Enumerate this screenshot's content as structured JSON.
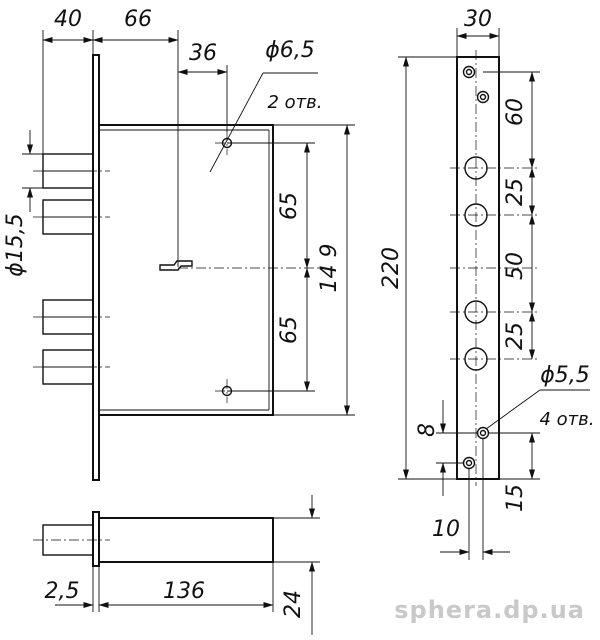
{
  "front_view": {
    "dims": {
      "offset_40": "40",
      "offset_66": "66",
      "offset_36": "36",
      "hole_diameter": "ϕ6,5",
      "hole_count": "2 отв.",
      "spacing_65_top": "65",
      "spacing_65_bottom": "65",
      "height_149": "14 9",
      "bolt_diameter": "ϕ15,5"
    }
  },
  "faceplate_view": {
    "dims": {
      "width_30": "30",
      "total_220": "220",
      "spacing_60": "60",
      "spacing_25_top": "25",
      "spacing_50": "50",
      "spacing_25_bottom": "25",
      "hole_diameter": "ϕ5,5",
      "hole_count": "4 отв.",
      "offset_8": "8",
      "offset_10": "10",
      "offset_15": "15"
    }
  },
  "bottom_view": {
    "dims": {
      "thickness_2_5": "2,5",
      "length_136": "136",
      "depth_24": "24"
    }
  },
  "watermark": "sphera.dp.ua"
}
